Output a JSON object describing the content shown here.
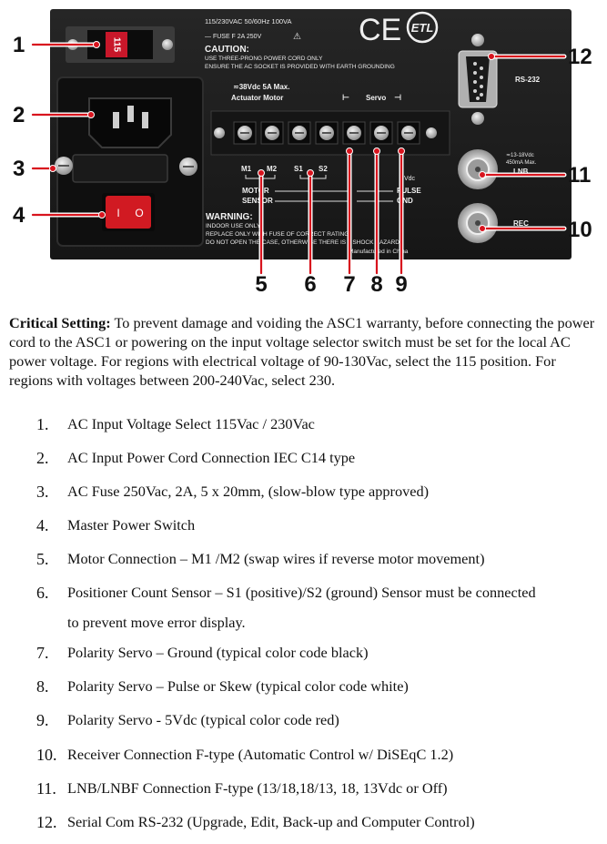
{
  "panel": {
    "rating_text": "115/230VAC 50/60Hz 100VA",
    "fuse_text": "— FUSE F 2A 250V",
    "caution_title": "CAUTION:",
    "caution_line1": "USE THREE-PRONG POWER CORD ONLY",
    "caution_line2": "ENSURE THE AC SOCKET IS PROVIDED WITH EARTH GROUNDING",
    "selector_value": "115",
    "actuator_rating": "≂38Vdc 5A Max.",
    "actuator_label": "Actuator Motor",
    "servo_label": "Servo",
    "servo_minus": "⊢",
    "servo_plus": "⊣",
    "ce_mark": "CE",
    "etl_mark": "ETL",
    "rs232_label": "RS-232",
    "lnb_rating1": "≂13-18Vdc",
    "lnb_rating2": "450mA Max.",
    "lnb_label": "LNB",
    "rec_label": "REC",
    "m1": "M1",
    "m2": "M2",
    "s1": "S1",
    "s2": "S2",
    "motor_label": "MOTOR",
    "sensor_label": "SENSOR",
    "vdc_label": "Vdc",
    "pulse_label": "PULSE",
    "gnd_label": "GND",
    "warning_title": "WARNING:",
    "warning_line1": "INDOOR USE ONLY",
    "warning_line2": "REPLACE ONLY WITH FUSE OF CORRECT RATING",
    "warning_line3": "DO NOT OPEN THE CASE, OTHERWISE THERE IS A SHOCK HAZARD",
    "made_in": "Manufactured in China",
    "switch_off_symbol": "O",
    "switch_on_symbol": "I"
  },
  "callouts": {
    "c1": "1",
    "c2": "2",
    "c3": "3",
    "c4": "4",
    "c5": "5",
    "c6": "6",
    "c7": "7",
    "c8": "8",
    "c9": "9",
    "c10": "10",
    "c11": "11",
    "c12": "12"
  },
  "critical": {
    "label": "Critical Setting:",
    "text": " To prevent damage and voiding the ASC1 warranty, before connecting the power cord to the ASC1 or powering on the input voltage selector switch must be set for the local AC power voltage. For regions with electrical voltage of 90-130Vac, select the 115 position. For regions with voltages between 200-240Vac, select 230."
  },
  "items": [
    {
      "num": "1.",
      "text": "AC Input Voltage Select 115Vac / 230Vac"
    },
    {
      "num": "2.",
      "text": "AC Input Power Cord Connection IEC C14 type"
    },
    {
      "num": "3.",
      "text": "AC Fuse 250Vac, 2A, 5 x 20mm, (slow-blow type approved)"
    },
    {
      "num": "4.",
      "text": "Master Power Switch"
    },
    {
      "num": "5.",
      "text": "Motor Connection – M1 /M2 (swap wires if reverse motor movement)"
    },
    {
      "num": "6.",
      "text": "Positioner Count Sensor – S1 (positive)/S2 (ground) Sensor must be connected",
      "text2": "to prevent move error display."
    },
    {
      "num": "7.",
      "text": "Polarity Servo – Ground   (typical color code black)"
    },
    {
      "num": "8.",
      "text": "Polarity Servo – Pulse or Skew   (typical color code white)"
    },
    {
      "num": "9.",
      "text": "Polarity Servo - 5Vdc   (typical color code red)"
    },
    {
      "num": "10.",
      "text": "Receiver Connection F-type (Automatic Control w/ DiSEqC 1.2)"
    },
    {
      "num": "11.",
      "text": "LNB/LNBF Connection F-type  (13/18,18/13, 18, 13Vdc or Off)"
    },
    {
      "num": "12.",
      "text": "Serial Com RS-232   (Upgrade, Edit, Back-up and Computer Control)"
    }
  ]
}
